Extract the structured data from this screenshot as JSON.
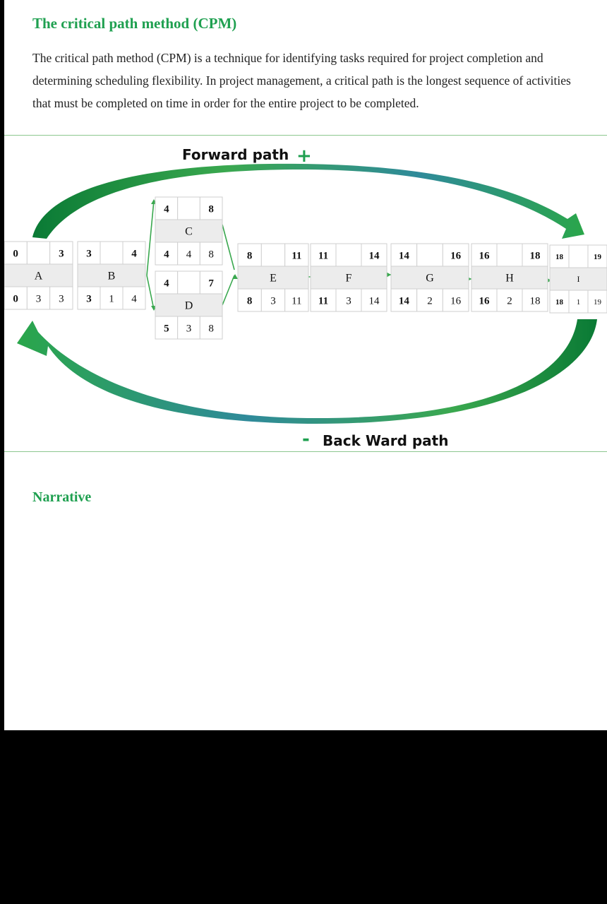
{
  "title": "The critical path method (CPM)",
  "intro": "The critical path method (CPM) is a technique for identifying tasks required for project completion and determining scheduling flexibility. In project management, a critical path is the longest sequence of activities that must be completed on time in order for the entire project to be completed.",
  "diagram": {
    "forward_label": "Forward path",
    "forward_sign": "+",
    "backward_label": "Back Ward path",
    "backward_sign": "-",
    "activities": [
      {
        "name": "A",
        "es": "0",
        "ef": "3",
        "ls": "0",
        "dur": "3",
        "lf": "3"
      },
      {
        "name": "B",
        "es": "3",
        "ef": "4",
        "ls": "3",
        "dur": "1",
        "lf": "4"
      },
      {
        "name": "C",
        "es": "4",
        "ef": "8",
        "ls": "4",
        "dur": "4",
        "lf": "8"
      },
      {
        "name": "D",
        "es": "4",
        "ef": "7",
        "ls": "5",
        "dur": "3",
        "lf": "8"
      },
      {
        "name": "E",
        "es": "8",
        "ef": "11",
        "ls": "8",
        "dur": "3",
        "lf": "11"
      },
      {
        "name": "F",
        "es": "11",
        "ef": "14",
        "ls": "11",
        "dur": "3",
        "lf": "14"
      },
      {
        "name": "G",
        "es": "14",
        "ef": "16",
        "ls": "14",
        "dur": "2",
        "lf": "16"
      },
      {
        "name": "H",
        "es": "16",
        "ef": "18",
        "ls": "16",
        "dur": "2",
        "lf": "18"
      },
      {
        "name": "I",
        "es": "18",
        "ef": "19",
        "ls": "18",
        "dur": "1",
        "lf": "19"
      }
    ]
  },
  "narrative_heading": "Narrative",
  "colors": {
    "accent": "#1fa050",
    "arrow_dark": "#0a7a35",
    "rule": "#8cc78f"
  }
}
